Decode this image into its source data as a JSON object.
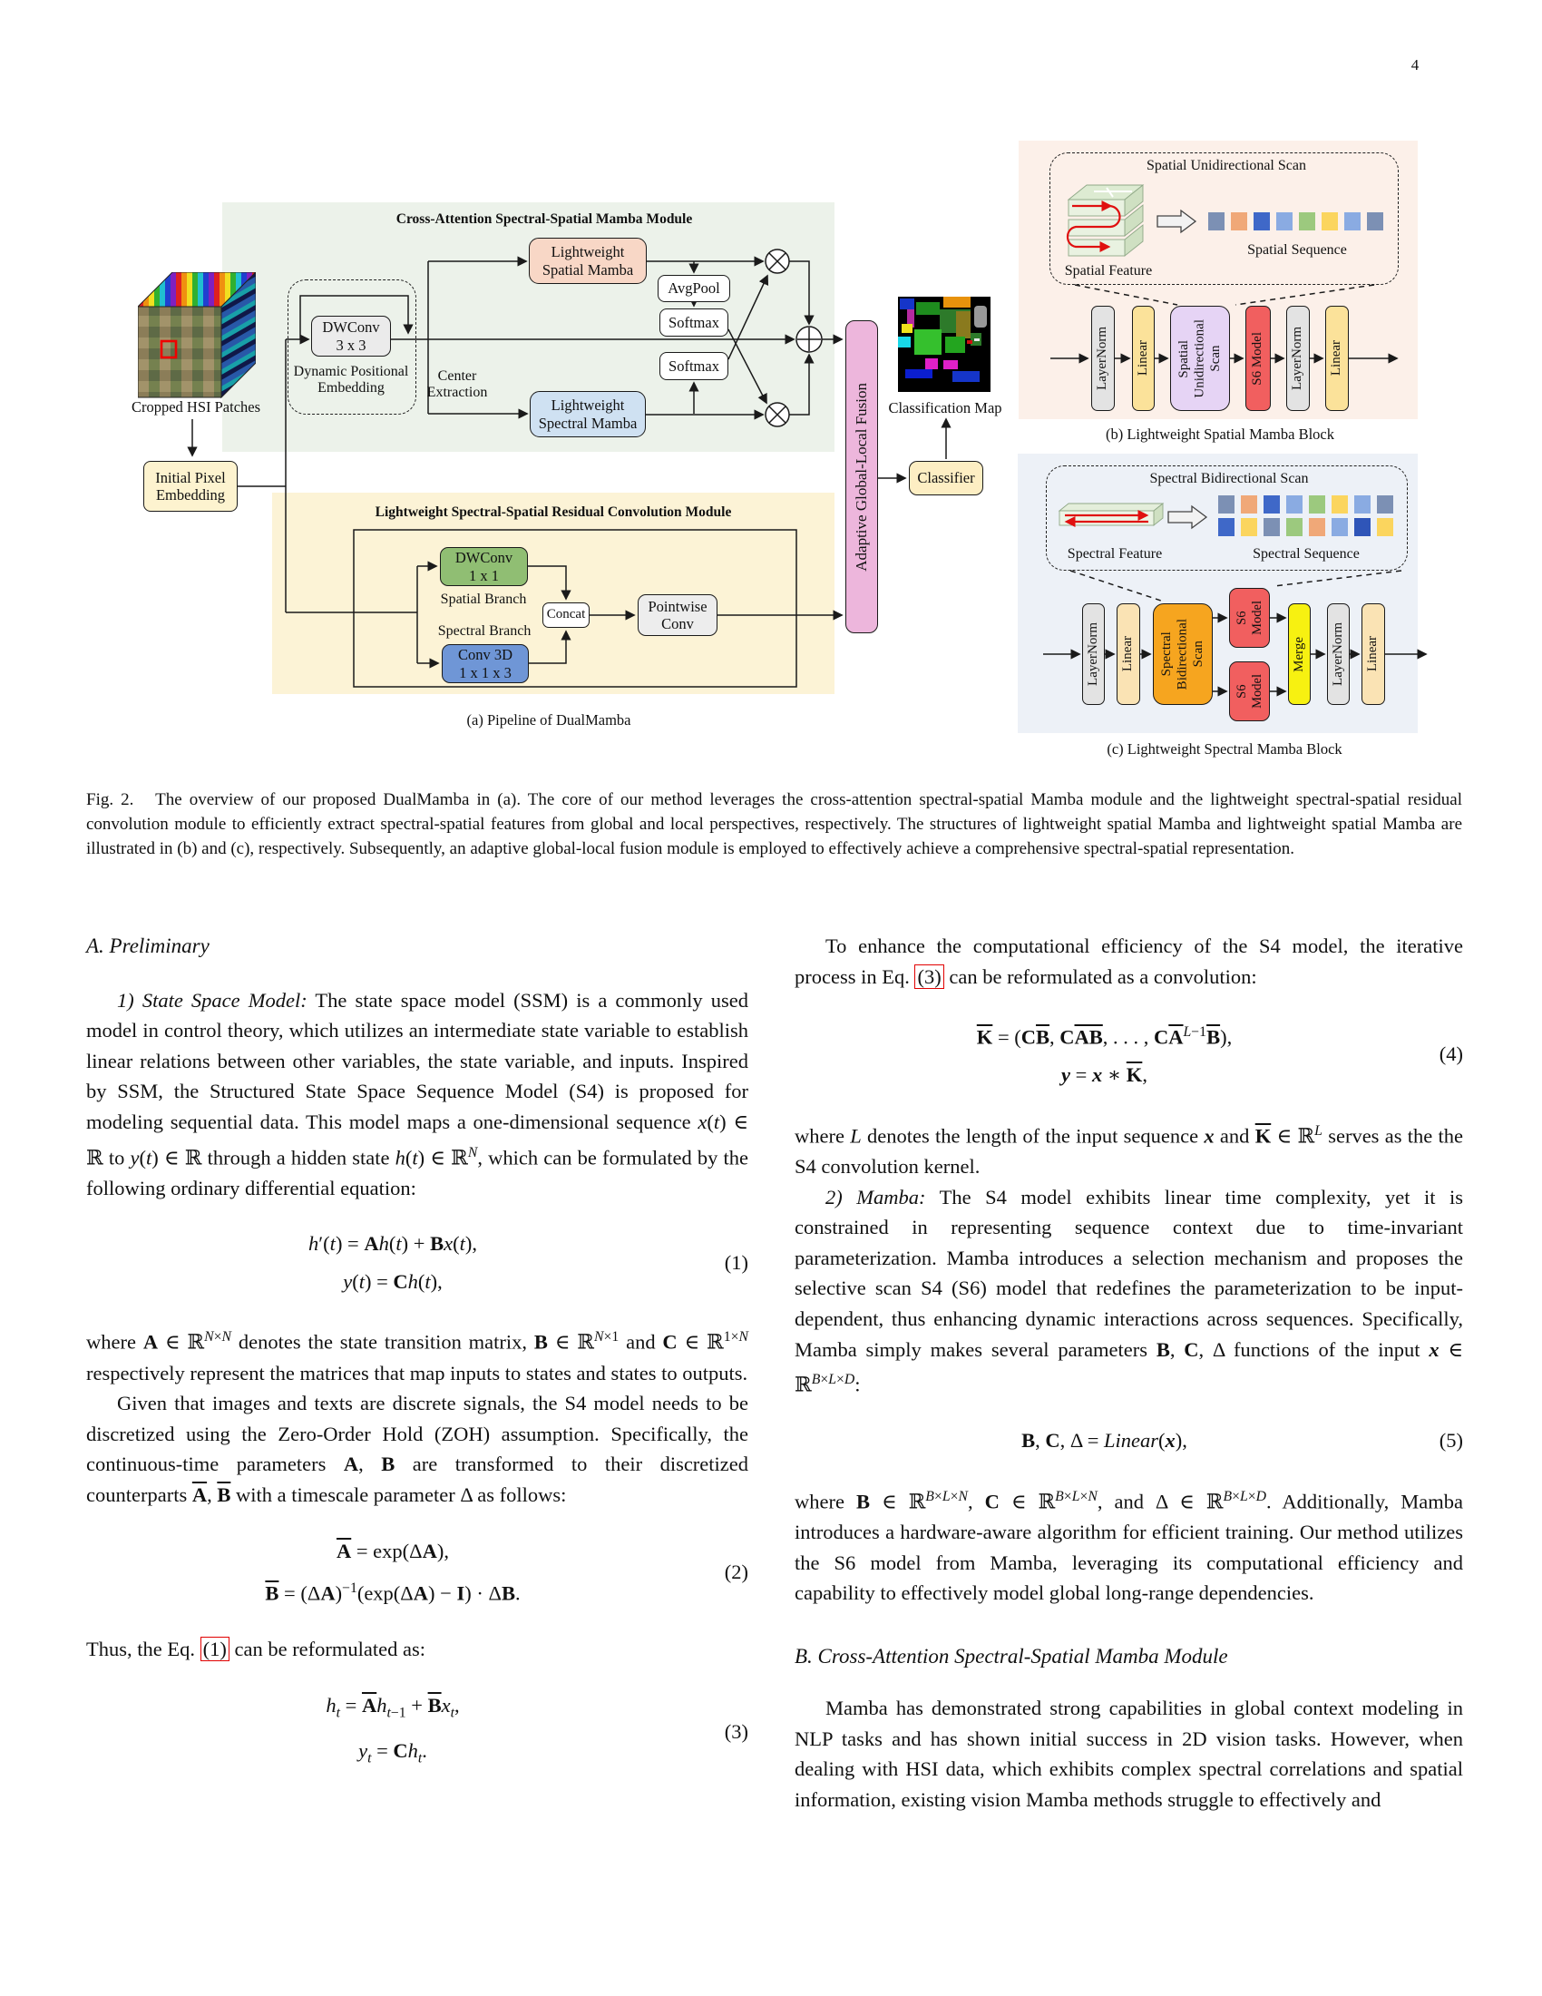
{
  "page": {
    "number": "4"
  },
  "figure": {
    "a": {
      "module1_title": "Cross-Attention Spectral-Spatial Mamba Module",
      "module2_title": "Lightweight Spectral-Spatial Residual Convolution Module",
      "cropped_label": "Cropped HSI Patches",
      "initial_pixel": "Initial Pixel\nEmbedding",
      "dwconv33": "DWConv\n3 x 3",
      "dpe_label": "Dynamic Positional\nEmbedding",
      "center_extraction": "Center\nExtraction",
      "spatial_mamba": "Lightweight\nSpatial Mamba",
      "spectral_mamba": "Lightweight\nSpectral Mamba",
      "avgpool": "AvgPool",
      "softmax_top": "Softmax",
      "softmax_bottom": "Softmax",
      "fusion_bar": "Adaptive Global-Local Fusion",
      "classification_map": "Classification Map",
      "classifier": "Classifier",
      "dwconv11": "DWConv\n1 x 1",
      "spatial_branch": "Spatial Branch",
      "spectral_branch": "Spectral Branch",
      "conv3d": "Conv 3D\n1 x 1 x 3",
      "concat": "Concat",
      "pointwise": "Pointwise\nConv",
      "caption": "(a) Pipeline of DualMamba"
    },
    "b": {
      "scan_title": "Spatial Unidirectional Scan",
      "feature_label": "Spatial Feature",
      "sequence_label": "Spatial Sequence",
      "blocks": [
        "LayerNorm",
        "Linear",
        "Spatial\nUnidirectional\nScan",
        "S6 Model",
        "LayerNorm",
        "Linear"
      ],
      "caption": "(b) Lightweight Spatial Mamba Block",
      "sequence_colors": [
        "#7c90b4",
        "#f0a878",
        "#3f68c8",
        "#8aabe2",
        "#9cc97e",
        "#fbd55e",
        "#8aabe2",
        "#7c90b4"
      ]
    },
    "c": {
      "scan_title": "Spectral Bidirectional Scan",
      "feature_label": "Spectral Feature",
      "sequence_label": "Spectral Sequence",
      "blocks": [
        "LayerNorm",
        "Linear",
        "Spectral\nBidirectional\nScan",
        "S6\nModel",
        "S6\nModel",
        "Merge",
        "LayerNorm",
        "Linear"
      ],
      "caption": "(c) Lightweight Spectral Mamba Block",
      "sequence_colors_row1": [
        "#7c90b4",
        "#f0a878",
        "#3f68c8",
        "#8aabe2",
        "#9cc97e",
        "#fbd55e",
        "#8aabe2",
        "#7c90b4"
      ],
      "sequence_colors_row2": [
        "#3f68c8",
        "#fbd55e",
        "#7c90b4",
        "#9cc97e",
        "#f0a878",
        "#8aabe2",
        "#2f55b8",
        "#fbd55e"
      ]
    },
    "caption": "Fig. 2.   The overview of our proposed DualMamba in (a). The core of our method leverages the cross-attention spectral-spatial Mamba module and the lightweight spectral-spatial residual convolution module to efficiently extract spectral-spatial features from global and local perspectives, respectively. The structures of lightweight spatial Mamba and lightweight spatial Mamba are illustrated in (b) and (c), respectively. Subsequently, an adaptive global-local fusion module is employed to effectively achieve a comprehensive spectral-spatial representation."
  },
  "sections": {
    "a_heading": "A. Preliminary",
    "b_heading": "B. Cross-Attention Spectral-Spatial Mamba Module"
  },
  "body": {
    "p1": "<i>1) State Space Model:</i> The state space model (SSM) is a commonly used model in control theory, which utilizes an intermediate state variable to establish linear relations between other variables, the state variable, and inputs. Inspired by SSM, the Structured State Space Sequence Model (S4) is proposed for modeling sequential data. This model maps a one-dimensional sequence <i>x</i>(<i>t</i>) ∈ ℝ to <i>y</i>(<i>t</i>) ∈ ℝ through a hidden state <i>h</i>(<i>t</i>) ∈ ℝ<sup><i>N</i></sup>, which can be formulated by the following ordinary differential equation:",
    "p2": "where <b>A</b> ∈ ℝ<sup><i>N</i>×<i>N</i></sup> denotes the state transition matrix, <b>B</b> ∈ ℝ<sup><i>N</i>×1</sup> and <b>C</b> ∈ ℝ<sup>1×<i>N</i></sup> respectively represent the matrices that map inputs to states and states to outputs.",
    "p3": "Given that images and texts are discrete signals, the S4 model needs to be discretized using the Zero-Order Hold (ZOH) assumption. Specifically, the continuous-time parameters <b>A</b>, <b>B</b> are transformed to their discretized counterparts <span class=\"ov\"><b>A</b></span>, <span class=\"ov\"><b>B</b></span> with a timescale parameter Δ as follows:",
    "p4": "Thus, the Eq. <span class=\"refbox\">(1)</span> can be reformulated as:",
    "p5": "To enhance the computational efficiency of the S4 model, the iterative process in Eq. <span class=\"refbox\">(3)</span> can be reformulated as a convolution:",
    "p6": "where <i>L</i> denotes the length of the input sequence <b><i>x</i></b> and <span class=\"ov\"><b>K</b></span> ∈ ℝ<sup><i>L</i></sup> serves as the the S4 convolution kernel.",
    "p7": "<i>2) Mamba:</i> The S4 model exhibits linear time complexity, yet it is constrained in representing sequence context due to time-invariant parameterization. Mamba introduces a selection mechanism and proposes the selective scan S4 (S6) model that redefines the parameterization to be input-dependent, thus enhancing dynamic interactions across sequences. Specifically, Mamba simply makes several parameters <b>B</b>, <b>C</b>, Δ functions of the input <b><i>x</i></b> ∈ ℝ<sup><i>B</i>×<i>L</i>×<i>D</i></sup>:",
    "p8": "where <b>B</b> ∈ ℝ<sup><i>B</i>×<i>L</i>×<i>N</i></sup>, <b>C</b> ∈ ℝ<sup><i>B</i>×<i>L</i>×<i>N</i></sup>, and Δ ∈ ℝ<sup><i>B</i>×<i>L</i>×<i>D</i></sup>. Additionally, Mamba introduces a hardware-aware algorithm for efficient training. Our method utilizes the S6 model from Mamba, leveraging its computational efficiency and capability to effectively model global long-range dependencies.",
    "p9": "Mamba has demonstrated strong capabilities in global context modeling in NLP tasks and has shown initial success in 2D vision tasks. However, when dealing with HSI data, which exhibits complex spectral correlations and spatial information, existing vision Mamba methods struggle to effectively and"
  },
  "equations": {
    "eq1": {
      "line1": "<i>h</i>′(<i>t</i>) = <b>A</b><i>h</i>(<i>t</i>) + <b>B</b><i>x</i>(<i>t</i>),",
      "line2": "<i>y</i>(<i>t</i>) = <b>C</b><i>h</i>(<i>t</i>),",
      "number": "(1)"
    },
    "eq2": {
      "line1": "<span class=\"ov\"><b>A</b></span> = exp(Δ<b>A</b>),",
      "line2": "<span class=\"ov\"><b>B</b></span> = (Δ<b>A</b>)<sup>−1</sup>(exp(Δ<b>A</b>) − <b>I</b>) · Δ<b>B</b>.",
      "number": "(2)"
    },
    "eq3": {
      "line1": "<i>h<sub>t</sub></i> = <span class=\"ov\"><b>A</b></span><i>h</i><sub><i>t</i>−1</sub> + <span class=\"ov\"><b>B</b></span><i>x<sub>t</sub></i>,",
      "line2": "<i>y<sub>t</sub></i> = <b>C</b><i>h<sub>t</sub></i>.",
      "number": "(3)"
    },
    "eq4": {
      "line1": "<span class=\"ov\"><b>K</b></span> = (<b>C</b><span class=\"ov\"><b>B</b></span>, <b>C</b><span class=\"ov\"><b>AB</b></span>, . . . , <b>C</b><span class=\"ov\"><b>A</b></span><sup><i>L</i>−1</sup><span class=\"ov\"><b>B</b></span>),",
      "line2": "<b><i>y</i></b> = <b><i>x</i></b> ∗ <span class=\"ov\"><b>K</b></span>,",
      "number": "(4)"
    },
    "eq5": {
      "line1": "<b>B</b>, <b>C</b>, Δ = <i>Linear</i>(<b><i>x</i></b>),",
      "number": "(5)"
    }
  }
}
